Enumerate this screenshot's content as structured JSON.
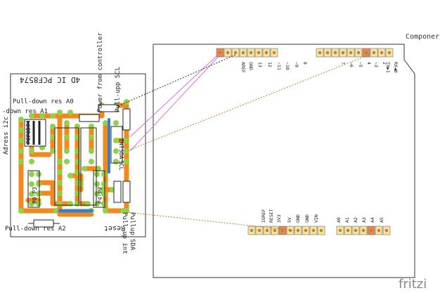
{
  "header": {
    "components_label": "Componer"
  },
  "pcb": {
    "board_title": "4D IC PCF8574",
    "labels": {
      "address": "Adress i2c",
      "pulldown_a0": "Pull-down res A0",
      "pulldown_a1": "-down res A1",
      "pulldown_a2": "Pull-down res A2",
      "power": "Power from controller",
      "pullup_scl": "Pull-upp SCL",
      "pullup_sda": "Pullup SDA",
      "pullup_int": "Pull-up int",
      "chip_top": "PCF8574",
      "p0p3": "P0-P3",
      "p4p7": "P4-P7",
      "int": "INT",
      "sda": "SDA",
      "scl": "SCL",
      "reset_mirrored": "Reset"
    }
  },
  "arduino": {
    "top_pins": [
      "AREF",
      "GND",
      "13",
      "12",
      "~11",
      "~10",
      "~9",
      "8",
      "7",
      "~6",
      "~5",
      "4",
      "~3",
      "2",
      "TX▶1",
      "RX◀0"
    ],
    "bottom_pins": [
      "IOREF",
      "RESET",
      "3V3",
      "5V",
      "GND",
      "GND",
      "VIN",
      "A0",
      "A1",
      "A2",
      "A3",
      "A4",
      "A5"
    ]
  },
  "footer": {
    "logo": "fritzi"
  },
  "colors": {
    "trace": "#f08a1e",
    "pad": "#8fd24a",
    "blue_wire": "#3a7fc8",
    "header_pin": "#f4e4a0",
    "header_pin_active": "#e88a4a",
    "ratsnest_pink": "#d96fd9",
    "ratsnest_black": "#333333",
    "ratsnest_orange": "#c8782a",
    "logo": "#888888"
  }
}
